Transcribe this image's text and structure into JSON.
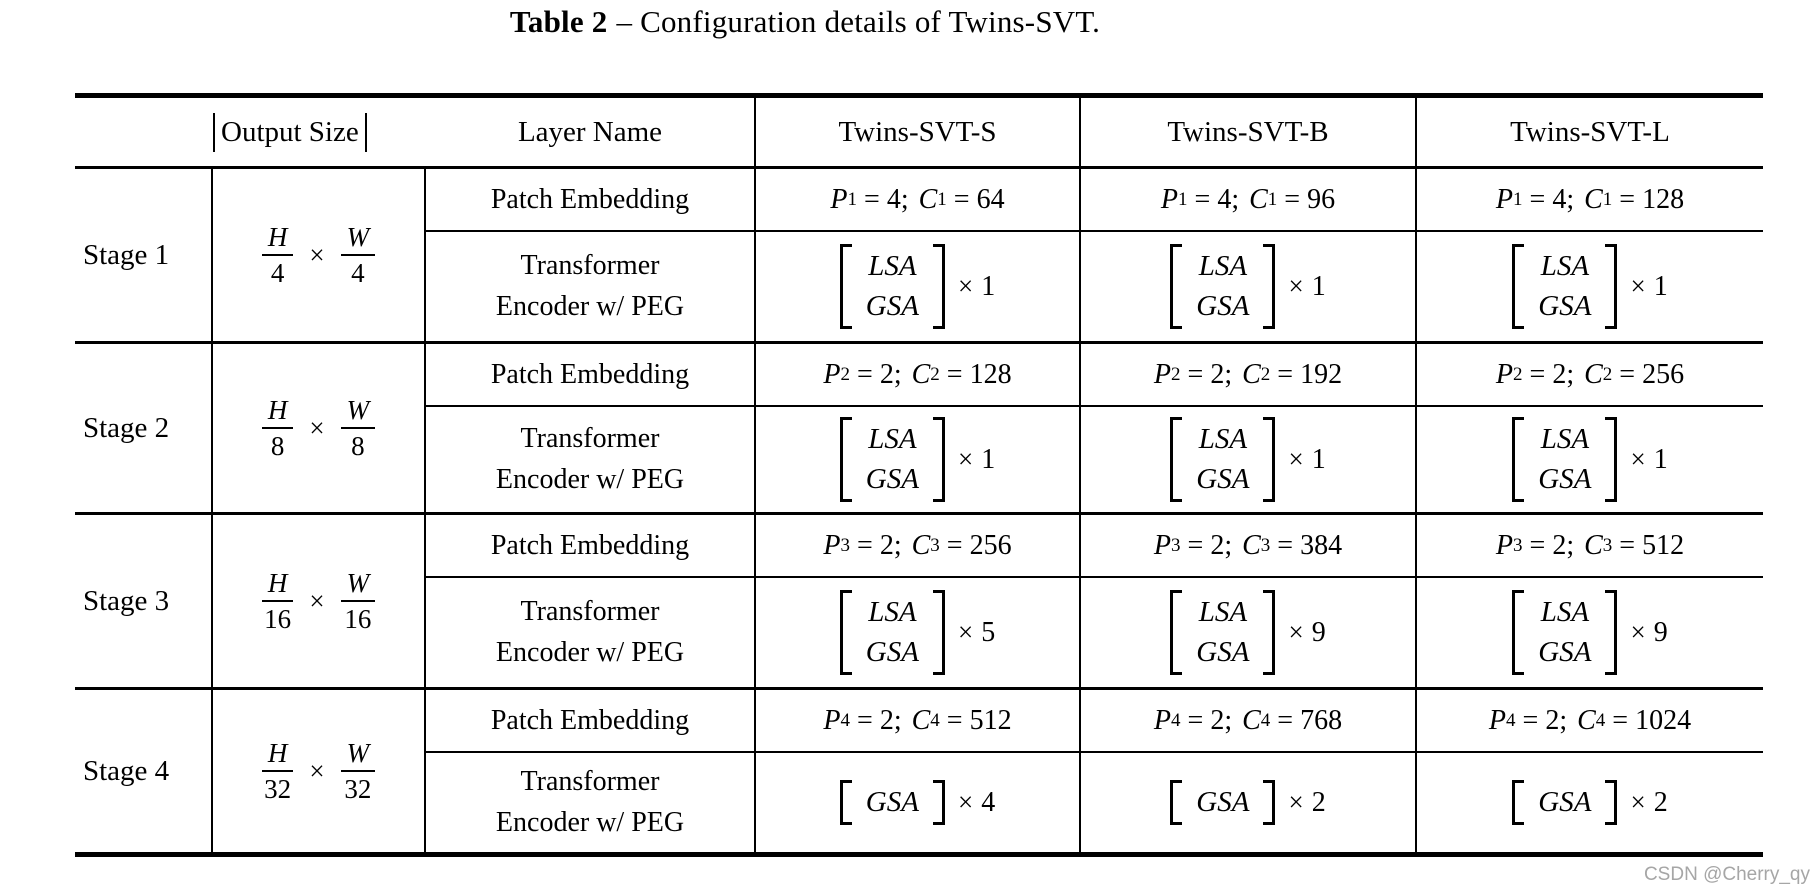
{
  "caption": {
    "tag": "Table 2",
    "rest": "– Configuration details of Twins-SVT."
  },
  "watermark": "CSDN @Cherry_qy",
  "table": {
    "symbols": {
      "times": "×",
      "eq": "=",
      "semi": ";"
    },
    "headers": {
      "output_size": "Output Size",
      "layer_name": "Layer Name",
      "models": [
        "Twins-SVT-S",
        "Twins-SVT-B",
        "Twins-SVT-L"
      ]
    },
    "layer_names": {
      "patch_embedding": "Patch Embedding",
      "transformer": [
        "Transformer",
        "Encoder w/ PEG"
      ]
    },
    "stages": [
      {
        "label": "Stage 1",
        "output_size": {
          "num1": "H",
          "den1": "4",
          "num2": "W",
          "den2": "4"
        },
        "patch": [
          {
            "var1": "P",
            "sub1": "1",
            "val1": "4",
            "var2": "C",
            "sub2": "1",
            "val2": "64"
          },
          {
            "var1": "P",
            "sub1": "1",
            "val1": "4",
            "var2": "C",
            "sub2": "1",
            "val2": "96"
          },
          {
            "var1": "P",
            "sub1": "1",
            "val1": "4",
            "var2": "C",
            "sub2": "1",
            "val2": "128"
          }
        ],
        "encoder": [
          {
            "ops": [
              "LSA",
              "GSA"
            ],
            "mult": "1"
          },
          {
            "ops": [
              "LSA",
              "GSA"
            ],
            "mult": "1"
          },
          {
            "ops": [
              "LSA",
              "GSA"
            ],
            "mult": "1"
          }
        ]
      },
      {
        "label": "Stage 2",
        "output_size": {
          "num1": "H",
          "den1": "8",
          "num2": "W",
          "den2": "8"
        },
        "patch": [
          {
            "var1": "P",
            "sub1": "2",
            "val1": "2",
            "var2": "C",
            "sub2": "2",
            "val2": "128"
          },
          {
            "var1": "P",
            "sub1": "2",
            "val1": "2",
            "var2": "C",
            "sub2": "2",
            "val2": "192"
          },
          {
            "var1": "P",
            "sub1": "2",
            "val1": "2",
            "var2": "C",
            "sub2": "2",
            "val2": "256"
          }
        ],
        "encoder": [
          {
            "ops": [
              "LSA",
              "GSA"
            ],
            "mult": "1"
          },
          {
            "ops": [
              "LSA",
              "GSA"
            ],
            "mult": "1"
          },
          {
            "ops": [
              "LSA",
              "GSA"
            ],
            "mult": "1"
          }
        ]
      },
      {
        "label": "Stage 3",
        "output_size": {
          "num1": "H",
          "den1": "16",
          "num2": "W",
          "den2": "16"
        },
        "patch": [
          {
            "var1": "P",
            "sub1": "3",
            "val1": "2",
            "var2": "C",
            "sub2": "3",
            "val2": "256"
          },
          {
            "var1": "P",
            "sub1": "3",
            "val1": "2",
            "var2": "C",
            "sub2": "3",
            "val2": "384"
          },
          {
            "var1": "P",
            "sub1": "3",
            "val1": "2",
            "var2": "C",
            "sub2": "3",
            "val2": "512"
          }
        ],
        "encoder": [
          {
            "ops": [
              "LSA",
              "GSA"
            ],
            "mult": "5"
          },
          {
            "ops": [
              "LSA",
              "GSA"
            ],
            "mult": "9"
          },
          {
            "ops": [
              "LSA",
              "GSA"
            ],
            "mult": "9"
          }
        ]
      },
      {
        "label": "Stage 4",
        "output_size": {
          "num1": "H",
          "den1": "32",
          "num2": "W",
          "den2": "32"
        },
        "patch": [
          {
            "var1": "P",
            "sub1": "4",
            "val1": "2",
            "var2": "C",
            "sub2": "4",
            "val2": "512"
          },
          {
            "var1": "P",
            "sub1": "4",
            "val1": "2",
            "var2": "C",
            "sub2": "4",
            "val2": "768"
          },
          {
            "var1": "P",
            "sub1": "4",
            "val1": "2",
            "var2": "C",
            "sub2": "4",
            "val2": "1024"
          }
        ],
        "encoder": [
          {
            "ops": [
              "GSA"
            ],
            "mult": "4"
          },
          {
            "ops": [
              "GSA"
            ],
            "mult": "2"
          },
          {
            "ops": [
              "GSA"
            ],
            "mult": "2"
          }
        ]
      }
    ]
  }
}
